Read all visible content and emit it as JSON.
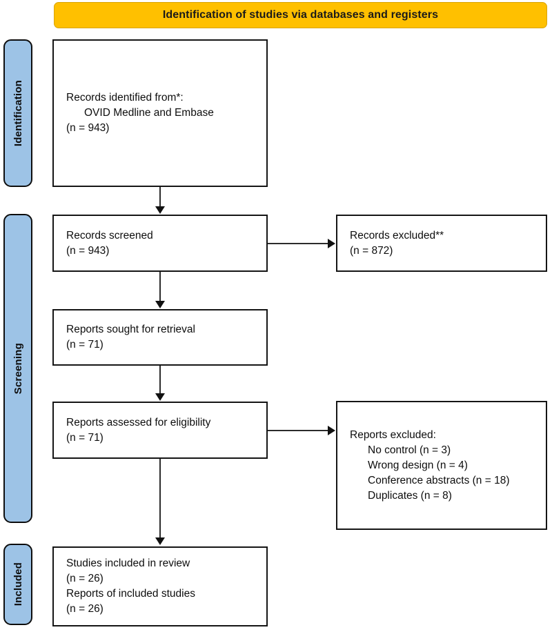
{
  "banner": {
    "title": "Identification of studies via databases and registers"
  },
  "stages": [
    {
      "key": "identification",
      "label": "Identification"
    },
    {
      "key": "screening",
      "label": "Screening"
    },
    {
      "key": "included",
      "label": "Included"
    }
  ],
  "boxes": {
    "records_identified": {
      "line1": "Records identified from*:",
      "line2": "OVID Medline and Embase",
      "line3": "(n = 943)"
    },
    "records_screened": {
      "line1": "Records screened",
      "line2": "(n = 943)"
    },
    "records_excluded": {
      "line1": "Records excluded**",
      "line2": "(n = 872)"
    },
    "reports_sought": {
      "line1": "Reports sought for retrieval",
      "line2": "(n = 71)"
    },
    "reports_assessed": {
      "line1": "Reports assessed for eligibility",
      "line2": "(n = 71)"
    },
    "reports_excluded": {
      "heading": "Reports excluded:",
      "reasons": [
        "No control (n = 3)",
        "Wrong design (n = 4)",
        "Conference abstracts (n = 18)",
        "Duplicates (n = 8)"
      ]
    },
    "studies_included": {
      "line1": "Studies included in review",
      "line2": "(n = 26)",
      "line3": "Reports of included studies",
      "line4": "(n = 26)"
    }
  },
  "colors": {
    "banner_fill": "#FFC000",
    "banner_border": "#D9A300",
    "stage_fill": "#9DC3E6",
    "stage_border": "#0D0D0D",
    "box_border": "#141414",
    "box_fill": "#FFFFFF",
    "connector": "#2B2B2B",
    "text": "#0D0D0D"
  }
}
